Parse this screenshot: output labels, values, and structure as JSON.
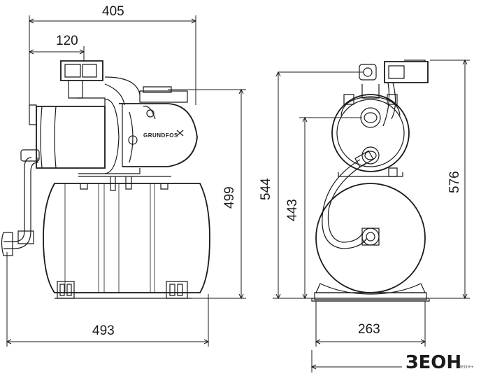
{
  "dimensions": {
    "overall_length": "405",
    "switch_offset": "120",
    "front_height": "499",
    "tank_length": "493",
    "side_height_a": "544",
    "side_height_b": "443",
    "side_height_c": "576",
    "base_width": "263",
    "base_width_outer": ""
  },
  "pump": {
    "brand_label": "GRUNDFOS"
  },
  "watermark": {
    "logo_text": "ЗЕОН",
    "logo_sub": "ЗЕОН+"
  }
}
